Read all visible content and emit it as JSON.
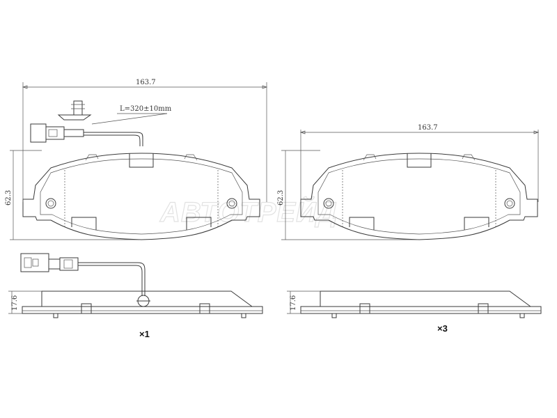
{
  "left_set": {
    "width_dim": "163.7",
    "height_dim": "62.3",
    "wire_length": "L=320±10mm",
    "thickness_dim": "17.6",
    "quantity": "×1"
  },
  "right_set": {
    "width_dim": "163.7",
    "height_dim": "62.3",
    "thickness_dim": "17.6",
    "quantity": "×3"
  },
  "watermark": "АВТОТРЕЙД"
}
